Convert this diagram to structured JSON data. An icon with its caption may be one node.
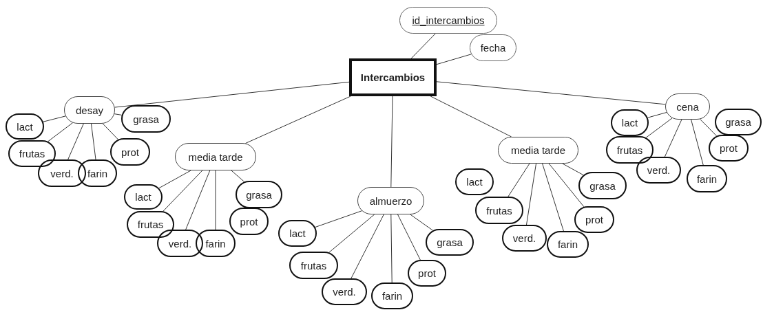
{
  "diagram": {
    "nodes": [
      {
        "text": [
          "Intercambios"
        ]
      },
      {
        "text": [
          "id_intercambios"
        ]
      },
      {
        "text": [
          "fecha"
        ]
      },
      {
        "text": [
          "desay"
        ]
      },
      {
        "text": [
          "lact"
        ]
      },
      {
        "text": [
          "grasa"
        ]
      },
      {
        "text": [
          "frutas"
        ]
      },
      {
        "text": [
          "prot"
        ]
      },
      {
        "text": [
          "verd."
        ]
      },
      {
        "text": [
          "farin"
        ]
      },
      {
        "text": [
          "media tarde"
        ]
      },
      {
        "text": [
          "lact"
        ]
      },
      {
        "text": [
          "grasa"
        ]
      },
      {
        "text": [
          "frutas"
        ]
      },
      {
        "text": [
          "prot"
        ]
      },
      {
        "text": [
          "verd."
        ]
      },
      {
        "text": [
          "farin"
        ]
      },
      {
        "text": [
          "almuerzo"
        ]
      },
      {
        "text": [
          "lact"
        ]
      },
      {
        "text": [
          "grasa"
        ]
      },
      {
        "text": [
          "frutas"
        ]
      },
      {
        "text": [
          "prot"
        ]
      },
      {
        "text": [
          "verd."
        ]
      },
      {
        "text": [
          "farin"
        ]
      },
      {
        "text": [
          "media tarde"
        ]
      },
      {
        "text": [
          "lact"
        ]
      },
      {
        "text": [
          "grasa"
        ]
      },
      {
        "text": [
          "frutas"
        ]
      },
      {
        "text": [
          "prot"
        ]
      },
      {
        "text": [
          "verd."
        ]
      },
      {
        "text": [
          "farin"
        ]
      },
      {
        "text": [
          "cena"
        ]
      },
      {
        "text": [
          "lact"
        ]
      },
      {
        "text": [
          "grasa"
        ]
      },
      {
        "text": [
          "frutas"
        ]
      },
      {
        "text": [
          "prot"
        ]
      },
      {
        "text": [
          "verd."
        ]
      },
      {
        "text": [
          "farin"
        ]
      }
    ],
    "edges": [
      {
        "from": 0,
        "to": 1,
        "arrow": "none"
      },
      {
        "from": 0,
        "to": 2,
        "arrow": "none"
      },
      {
        "from": 0,
        "to": 3,
        "arrow": "none"
      },
      {
        "from": 0,
        "to": 10,
        "arrow": "none"
      },
      {
        "from": 0,
        "to": 17,
        "arrow": "none"
      },
      {
        "from": 0,
        "to": 24,
        "arrow": "none"
      },
      {
        "from": 0,
        "to": 31,
        "arrow": "none"
      },
      {
        "from": 3,
        "to": 4,
        "arrow": "none"
      },
      {
        "from": 3,
        "to": 5,
        "arrow": "none"
      },
      {
        "from": 3,
        "to": 6,
        "arrow": "none"
      },
      {
        "from": 3,
        "to": 8,
        "arrow": "none"
      },
      {
        "from": 3,
        "to": 9,
        "arrow": "none"
      },
      {
        "from": 3,
        "to": 7,
        "arrow": "none"
      },
      {
        "from": 10,
        "to": 11,
        "arrow": "none"
      },
      {
        "from": 10,
        "to": 13,
        "arrow": "none"
      },
      {
        "from": 10,
        "to": 15,
        "arrow": "none"
      },
      {
        "from": 10,
        "to": 16,
        "arrow": "none"
      },
      {
        "from": 10,
        "to": 12,
        "arrow": "none"
      },
      {
        "from": 17,
        "to": 18,
        "arrow": "none"
      },
      {
        "from": 17,
        "to": 20,
        "arrow": "none"
      },
      {
        "from": 17,
        "to": 22,
        "arrow": "none"
      },
      {
        "from": 17,
        "to": 23,
        "arrow": "none"
      },
      {
        "from": 17,
        "to": 21,
        "arrow": "none"
      },
      {
        "from": 17,
        "to": 19,
        "arrow": "none"
      },
      {
        "from": 24,
        "to": 27,
        "arrow": "none"
      },
      {
        "from": 24,
        "to": 29,
        "arrow": "none"
      },
      {
        "from": 24,
        "to": 30,
        "arrow": "none"
      },
      {
        "from": 24,
        "to": 28,
        "arrow": "none"
      },
      {
        "from": 24,
        "to": 26,
        "arrow": "none"
      },
      {
        "from": 31,
        "to": 32,
        "arrow": "none"
      },
      {
        "from": 31,
        "to": 34,
        "arrow": "none"
      },
      {
        "from": 31,
        "to": 36,
        "arrow": "none"
      },
      {
        "from": 31,
        "to": 37,
        "arrow": "none"
      },
      {
        "from": 31,
        "to": 35,
        "arrow": "none"
      }
    ]
  }
}
